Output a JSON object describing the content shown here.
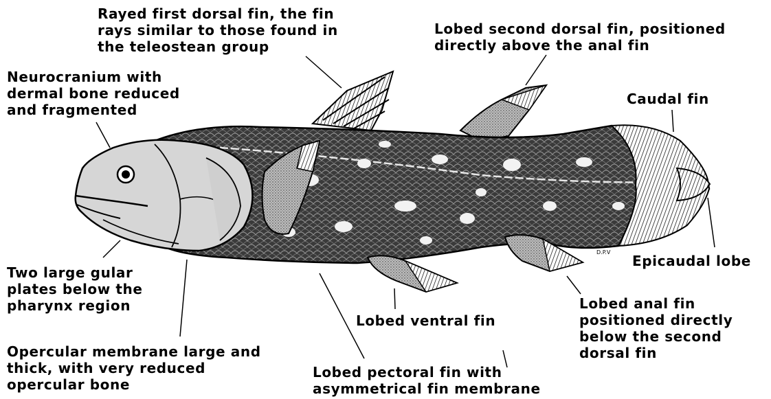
{
  "labels": {
    "rayed_first_dorsal": [
      "Rayed first dorsal fin, the fin",
      "rays similar to those found in",
      "the teleostean group"
    ],
    "lobed_second_dorsal": [
      "Lobed second dorsal fin, positioned",
      "directly above the anal fin"
    ],
    "neurocranium": [
      "Neurocranium with",
      "dermal bone reduced",
      "and fragmented"
    ],
    "caudal_fin": [
      "Caudal fin"
    ],
    "epicaudal_lobe": [
      "Epicaudal lobe"
    ],
    "gular_plates": [
      "Two large gular",
      "plates below the",
      "pharynx region"
    ],
    "lobed_anal_fin": [
      "Lobed anal fin",
      "positioned directly",
      "below the second",
      "dorsal fin"
    ],
    "lobed_ventral_fin": [
      "Lobed ventral fin"
    ],
    "opercular_membrane": [
      "Opercular membrane large and",
      "thick, with very reduced",
      "opercular bone"
    ],
    "lobed_pectoral_fin": [
      "Lobed pectoral fin with",
      "asymmetrical fin membrane"
    ]
  },
  "artist_credit": "D.P.V",
  "colors": {
    "ink": "#000000",
    "body": "#4a4a4a",
    "head": "#d9d9d9",
    "paper": "#ffffff"
  }
}
